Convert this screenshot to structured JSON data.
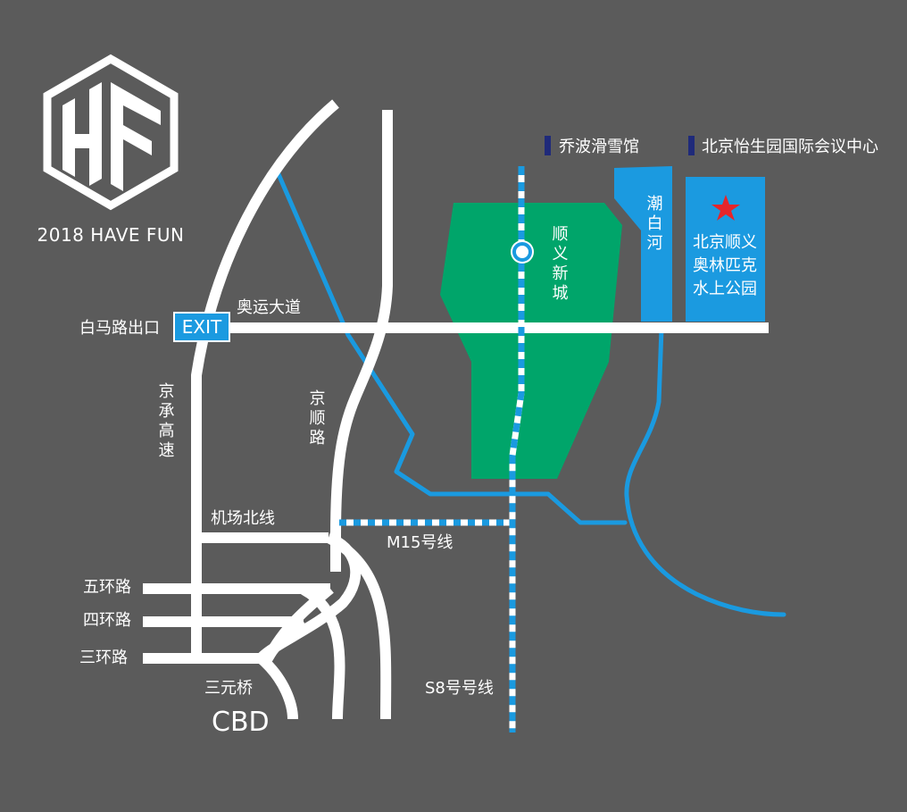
{
  "brand": {
    "tagline": "2018 HAVE FUN",
    "logo_icon": "hexagon-hf-logo"
  },
  "colors": {
    "background": "#5b5b5b",
    "road": "#ffffff",
    "river": "#1a9ae0",
    "park_green": "#00a56a",
    "venue_blue": "#1b9ae0",
    "legend_marker": "#1f2a7a",
    "star": "#e6252a"
  },
  "legend": [
    {
      "label": "乔波滑雪馆"
    },
    {
      "label": "北京怡生园国际会议中心"
    }
  ],
  "roads": {
    "olympic_avenue": "奥运大道",
    "baima_exit": "白马路出口",
    "exit_sign": "EXIT",
    "jingcheng": "京承高速",
    "jingshun": "京顺路",
    "airport_north": "机场北线",
    "fifth_ring": "五环路",
    "fourth_ring": "四环路",
    "third_ring": "三环路",
    "sanyuan_bridge": "三元桥",
    "cbd": "CBD"
  },
  "metro": {
    "m15": "M15号线",
    "s8": "S8号号线",
    "station": "顺义新城"
  },
  "landmarks": {
    "chaobai_river": "潮白河",
    "venue": [
      "北京顺义",
      "奥林匹克",
      "水上公园"
    ],
    "venue_star_icon": "star-icon"
  }
}
